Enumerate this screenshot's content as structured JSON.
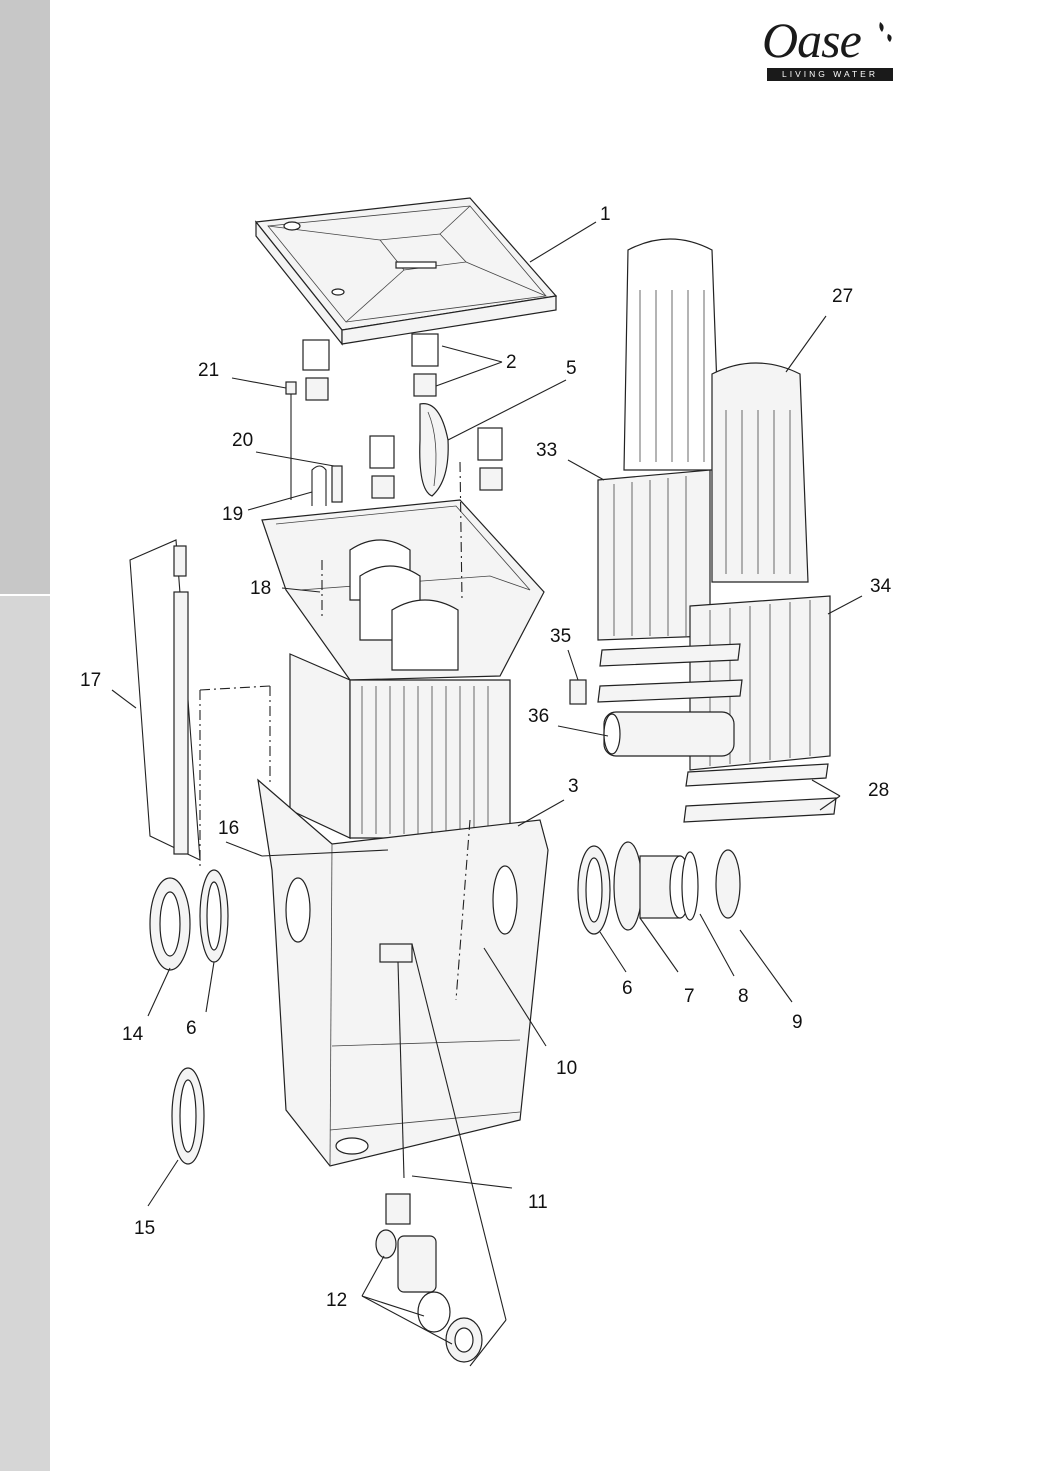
{
  "brand": {
    "name": "Oase",
    "tagline": "LIVING WATER"
  },
  "callouts": [
    {
      "id": "1",
      "label": "1"
    },
    {
      "id": "2",
      "label": "2"
    },
    {
      "id": "3",
      "label": "3"
    },
    {
      "id": "5",
      "label": "5"
    },
    {
      "id": "6a",
      "label": "6"
    },
    {
      "id": "6b",
      "label": "6"
    },
    {
      "id": "7",
      "label": "7"
    },
    {
      "id": "8",
      "label": "8"
    },
    {
      "id": "9",
      "label": "9"
    },
    {
      "id": "10",
      "label": "10"
    },
    {
      "id": "11",
      "label": "11"
    },
    {
      "id": "12",
      "label": "12"
    },
    {
      "id": "14",
      "label": "14"
    },
    {
      "id": "15",
      "label": "15"
    },
    {
      "id": "16",
      "label": "16"
    },
    {
      "id": "17",
      "label": "17"
    },
    {
      "id": "18",
      "label": "18"
    },
    {
      "id": "19",
      "label": "19"
    },
    {
      "id": "20",
      "label": "20"
    },
    {
      "id": "21",
      "label": "21"
    },
    {
      "id": "27",
      "label": "27"
    },
    {
      "id": "28",
      "label": "28"
    },
    {
      "id": "33",
      "label": "33"
    },
    {
      "id": "34",
      "label": "34"
    },
    {
      "id": "35",
      "label": "35"
    },
    {
      "id": "36",
      "label": "36"
    }
  ]
}
